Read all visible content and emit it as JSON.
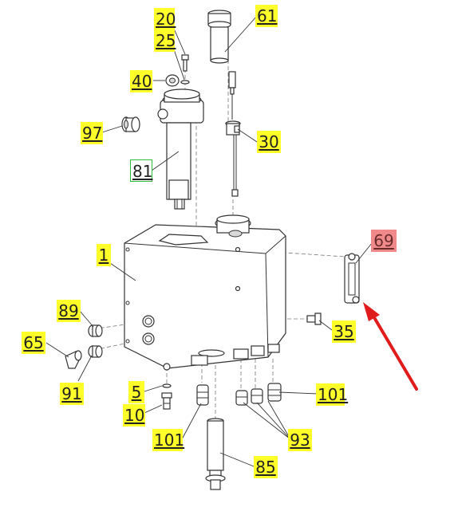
{
  "diagram": {
    "labels": {
      "p20": "20",
      "p25": "25",
      "p40": "40",
      "p97": "97",
      "p81": "81",
      "p61": "61",
      "p30": "30",
      "p1": "1",
      "p69": "69",
      "p89": "89",
      "p65": "65",
      "p91": "91",
      "p35": "35",
      "p5": "5",
      "p10": "10",
      "p101a": "101",
      "p101b": "101",
      "p93": "93",
      "p85": "85"
    },
    "colors": {
      "highlight": "#ffff29",
      "selected": "#f08a8a",
      "outline": "#2fbf3a",
      "arrow": "#e01b1b"
    },
    "highlighted_part": "69",
    "arrow_icon": "red-arrow-icon"
  }
}
